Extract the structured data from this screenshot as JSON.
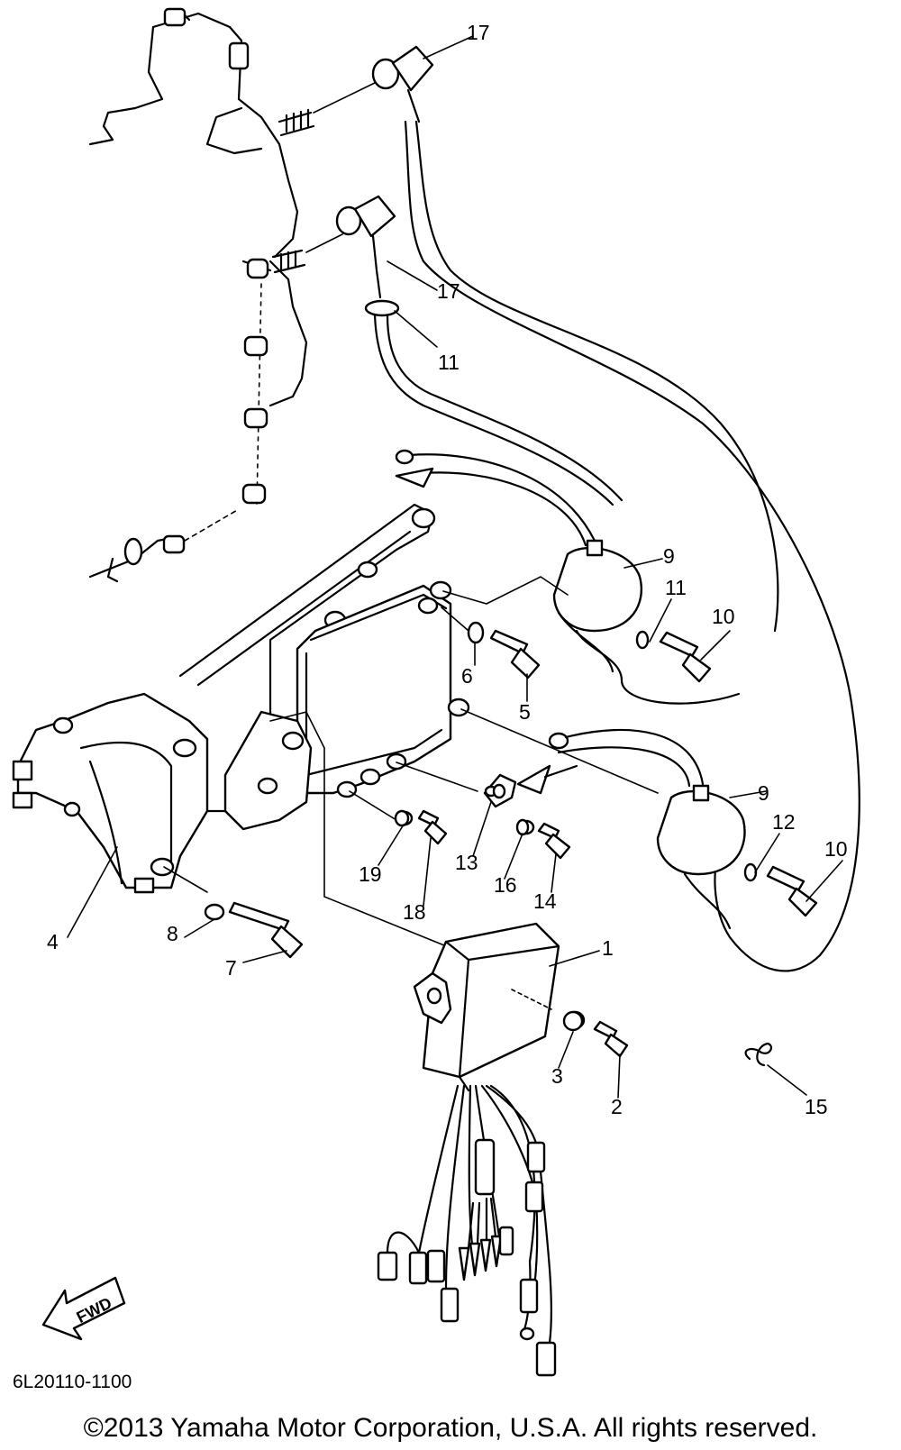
{
  "diagram": {
    "drawing_code": "6L20110-1100",
    "copyright": "©2013 Yamaha Motor Corporation, U.S.A. All rights reserved.",
    "direction_label": "FWD",
    "callouts": [
      {
        "id": "c1",
        "label": "1"
      },
      {
        "id": "c2",
        "label": "2"
      },
      {
        "id": "c3",
        "label": "3"
      },
      {
        "id": "c4",
        "label": "4"
      },
      {
        "id": "c5",
        "label": "5"
      },
      {
        "id": "c6",
        "label": "6"
      },
      {
        "id": "c7",
        "label": "7"
      },
      {
        "id": "c8",
        "label": "8"
      },
      {
        "id": "c9a",
        "label": "9"
      },
      {
        "id": "c9b",
        "label": "9"
      },
      {
        "id": "c10a",
        "label": "10"
      },
      {
        "id": "c10b",
        "label": "10"
      },
      {
        "id": "c11a",
        "label": "11"
      },
      {
        "id": "c11b",
        "label": "11"
      },
      {
        "id": "c12",
        "label": "12"
      },
      {
        "id": "c13",
        "label": "13"
      },
      {
        "id": "c14",
        "label": "14"
      },
      {
        "id": "c15",
        "label": "15"
      },
      {
        "id": "c16",
        "label": "16"
      },
      {
        "id": "c17a",
        "label": "17"
      },
      {
        "id": "c17b",
        "label": "17"
      },
      {
        "id": "c18",
        "label": "18"
      },
      {
        "id": "c19",
        "label": "19"
      }
    ]
  }
}
